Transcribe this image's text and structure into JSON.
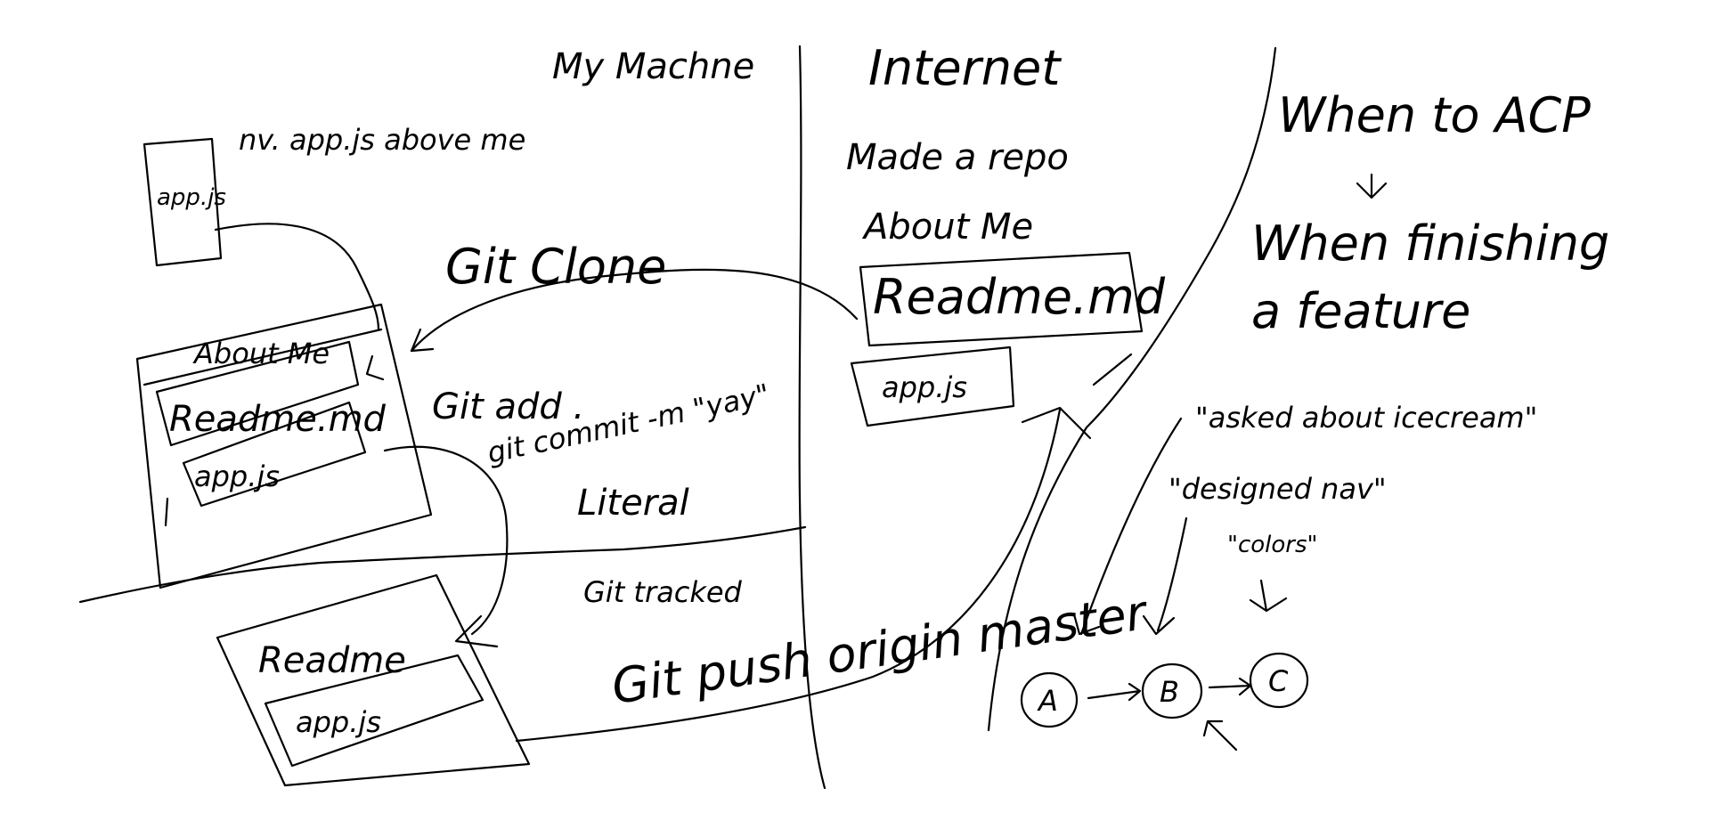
{
  "sections": {
    "my_machine": "My Machne",
    "internet": "Internet",
    "when_to_acp": "When to ACP"
  },
  "labels": {
    "nv_note": "nv. app.js above me",
    "git_clone": "Git Clone",
    "git_add": "Git add .",
    "git_commit": "git commit -m \"yay\"",
    "literal": "Literal",
    "git_tracked": "Git tracked",
    "git_push": "Git push origin master"
  },
  "local_files": {
    "loose_file": "app.js",
    "folder_title": "About Me",
    "folder_file_1": "Readme.md",
    "folder_file_2": "app.js",
    "tracked_file_1": "Readme",
    "tracked_file_2": "app.js"
  },
  "remote": {
    "made_repo": "Made a repo",
    "repo_name": "About Me",
    "file_1": "Readme.md",
    "file_2": "app.js"
  },
  "acp": {
    "answer_line_1": "When finishing",
    "answer_line_2": "a feature",
    "commit_1": "\"asked about icecream\"",
    "commit_2": "\"designed nav\"",
    "commit_3": "\"colors\"",
    "nodes": [
      "A",
      "B",
      "C"
    ]
  }
}
